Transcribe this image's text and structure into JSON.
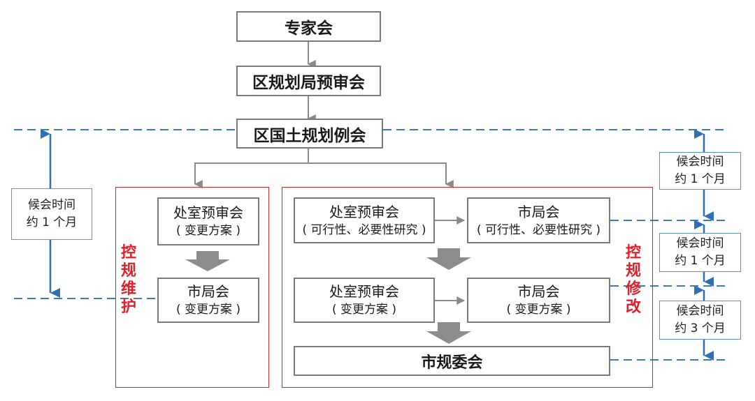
{
  "flow": {
    "expert_meeting": "专家会",
    "district_pre_review": "区规划局预审会",
    "district_land_meeting": "区国土规划例会"
  },
  "maintenance": {
    "label_chars": [
      "控",
      "规",
      "维",
      "护"
    ],
    "office_pre_review": {
      "title": "处室预审会",
      "sub": "( 变更方案 )"
    },
    "city_bureau": {
      "title": "市局会",
      "sub": "( 变更方案 )"
    }
  },
  "revision": {
    "label_chars": [
      "控",
      "规",
      "修",
      "改"
    ],
    "office_pre_review_study": {
      "title": "处室预审会",
      "sub": "( 可行性、必要性研究 )"
    },
    "city_bureau_study": {
      "title": "市局会",
      "sub": "( 可行性、必要性研究 )"
    },
    "office_pre_review_plan": {
      "title": "处室预审会",
      "sub": "( 变更方案 )"
    },
    "city_bureau_plan": {
      "title": "市局会",
      "sub": "( 变更方案 )"
    },
    "city_planning_committee": "市规委会"
  },
  "waits": {
    "left": [
      "候会时间",
      "约 1 个月"
    ],
    "right_1": [
      "候会时间",
      "约 1 个月"
    ],
    "right_2": [
      "候会时间",
      "约 1 个月"
    ],
    "right_3": [
      "候会时间",
      "约 3 个月"
    ]
  },
  "colors": {
    "box_border": "#7a7a7a",
    "arrow_gray": "#8a8a8a",
    "frame_red": "#c8282d",
    "label_red": "#e0202a",
    "timeline_blue": "#3d7bbf"
  }
}
